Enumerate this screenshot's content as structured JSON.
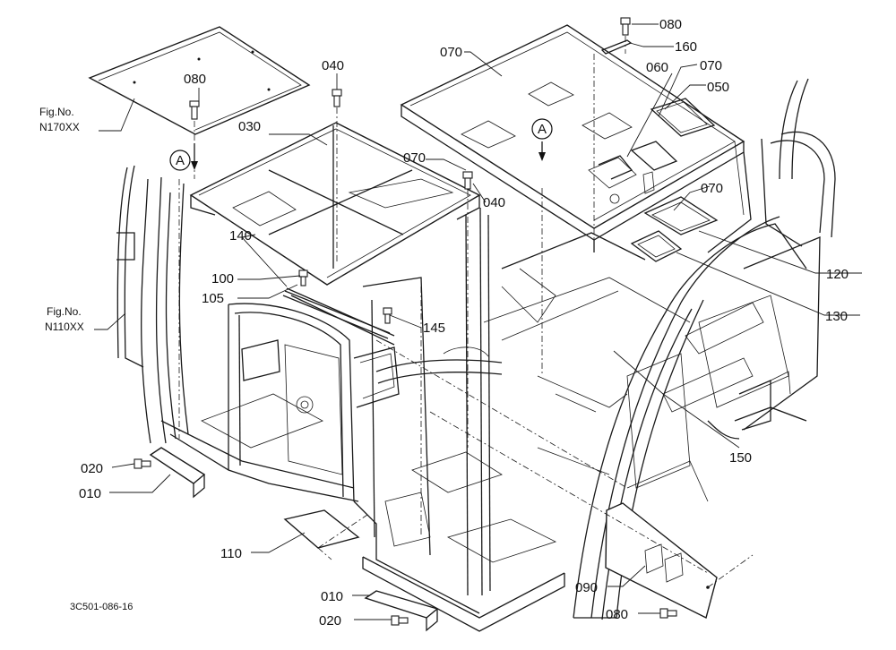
{
  "drawing_code": "3C501-086-16",
  "fig_refs": {
    "top": {
      "line1": "Fig.No.",
      "line2": "N170XX"
    },
    "left": {
      "line1": "Fig.No.",
      "line2": "N110XX"
    }
  },
  "marker": "A",
  "parts": {
    "p080a": "080",
    "p080b": "080",
    "p080c": "080",
    "p040a": "040",
    "p040b": "040",
    "p070a": "070",
    "p070b": "070",
    "p070c": "070",
    "p070d": "070",
    "p160": "160",
    "p060": "060",
    "p050": "050",
    "p030": "030",
    "p140": "140",
    "p100": "100",
    "p105": "105",
    "p145": "145",
    "p120": "120",
    "p130": "130",
    "p150": "150",
    "p020a": "020",
    "p020b": "020",
    "p010a": "010",
    "p010b": "010",
    "p110": "110",
    "p090": "090"
  }
}
